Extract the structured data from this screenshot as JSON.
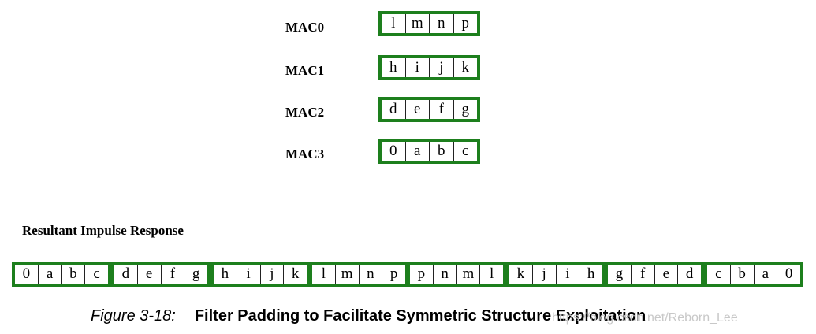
{
  "macs": [
    {
      "label": "MAC0",
      "cells": [
        "l",
        "m",
        "n",
        "p"
      ]
    },
    {
      "label": "MAC1",
      "cells": [
        "h",
        "i",
        "j",
        "k"
      ]
    },
    {
      "label": "MAC2",
      "cells": [
        "d",
        "e",
        "f",
        "g"
      ]
    },
    {
      "label": "MAC3",
      "cells": [
        "0",
        "a",
        "b",
        "c"
      ]
    }
  ],
  "response": {
    "title": "Resultant Impulse Response",
    "groups": [
      [
        "0",
        "a",
        "b",
        "c"
      ],
      [
        "d",
        "e",
        "f",
        "g"
      ],
      [
        "h",
        "i",
        "j",
        "k"
      ],
      [
        "l",
        "m",
        "n",
        "p"
      ],
      [
        "p",
        "n",
        "m",
        "l"
      ],
      [
        "k",
        "j",
        "i",
        "h"
      ],
      [
        "g",
        "f",
        "e",
        "d"
      ],
      [
        "c",
        "b",
        "a",
        "0"
      ]
    ]
  },
  "caption": {
    "figure": "Figure 3-18:",
    "title": "Filter Padding to Facilitate Symmetric Structure Exploitation"
  },
  "watermark": "https://blog.csdn.net/Reborn_Lee",
  "colors": {
    "border": "#1d7f1d"
  }
}
